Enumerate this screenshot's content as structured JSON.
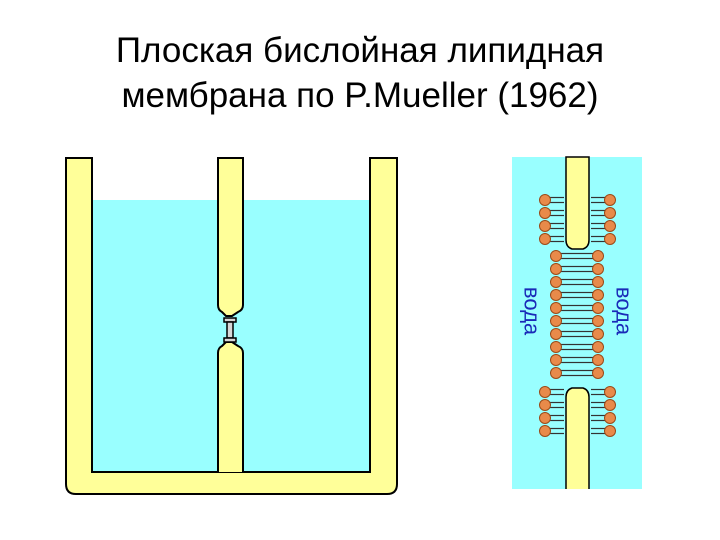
{
  "title": {
    "line1": "Плоская бислойная липидная",
    "line2": "мембрана по P.Mueller (1962)"
  },
  "labels": {
    "left_water": "вода",
    "right_water": "вода"
  },
  "colors": {
    "wall": "#ffff99",
    "wall_outline": "#000000",
    "water": "#99ffff",
    "water_panel": "#99ffff",
    "lipid_head": "#e88a4a",
    "lipid_head_outline": "#9a4a18",
    "lipid_tail": "#333333",
    "membrane_plug": "#d8d8d8",
    "label_text": "#1a2ab8"
  }
}
